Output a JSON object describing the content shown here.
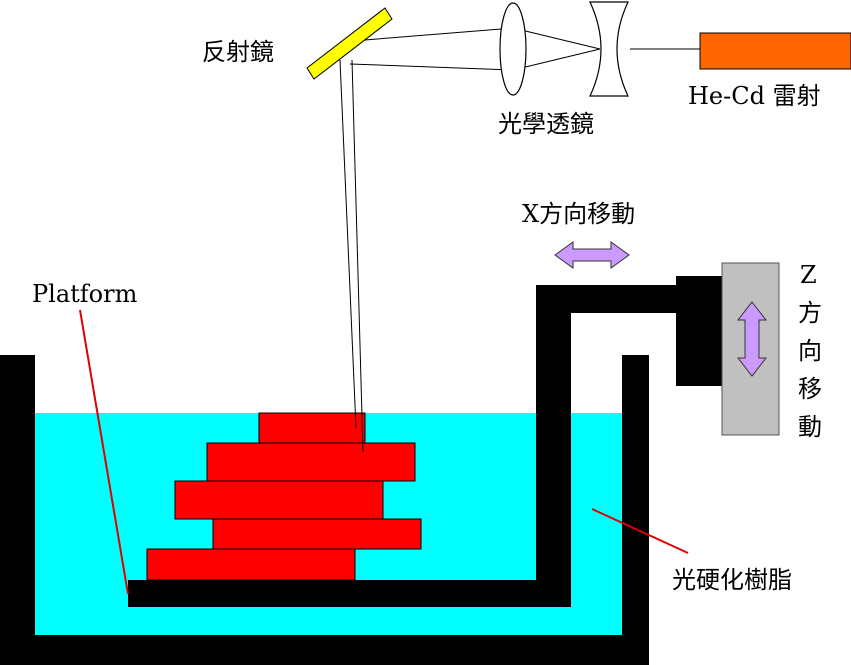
{
  "labels": {
    "mirror": "反射鏡",
    "optical_lens": "光學透鏡",
    "laser": "He-Cd 雷射",
    "x_motion": "X方向移動",
    "platform": "Platform",
    "z_motion_chars": [
      "Z",
      "方",
      "向",
      "移",
      "動"
    ],
    "resin": "光硬化樹脂"
  },
  "colors": {
    "resin": "#00ffff",
    "part": "#ff0000",
    "laser": "#ff6600",
    "mirror": "#ffff00",
    "frame": "#000000",
    "z_stage": "#c0c0c0",
    "arrow": "#cc99ff",
    "pointer_line": "#e00000"
  }
}
